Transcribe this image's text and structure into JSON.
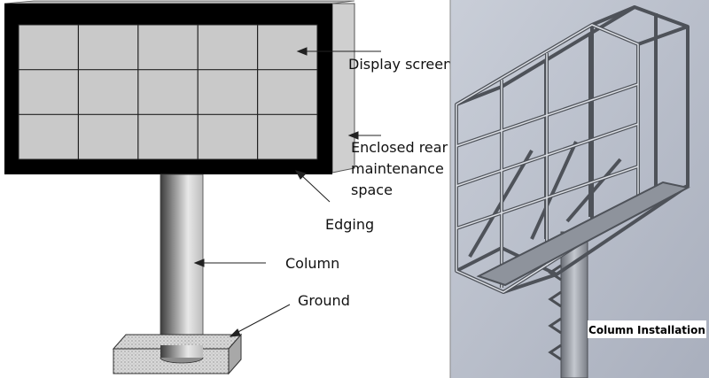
{
  "left_diagram": {
    "labels": {
      "display_screen": "Display screen",
      "enclosed_rear_line1": "Enclosed rear",
      "enclosed_rear_line2": "maintenance",
      "enclosed_rear_line3": "space",
      "edging": "Edging",
      "column": "Column",
      "ground": "Ground"
    },
    "screen_grid": {
      "columns": 5,
      "rows": 3
    },
    "colors": {
      "frame": "#000000",
      "panel": "#c9c9c9",
      "rear": "#cfcfcf",
      "column_light": "#e6e6e6",
      "column_dark": "#4a4a4a"
    }
  },
  "right_image": {
    "caption": "Column Installation",
    "colors": {
      "background": "#b7bdc9",
      "steel": "#5c5f66",
      "steel_light": "#d9dce2"
    }
  }
}
